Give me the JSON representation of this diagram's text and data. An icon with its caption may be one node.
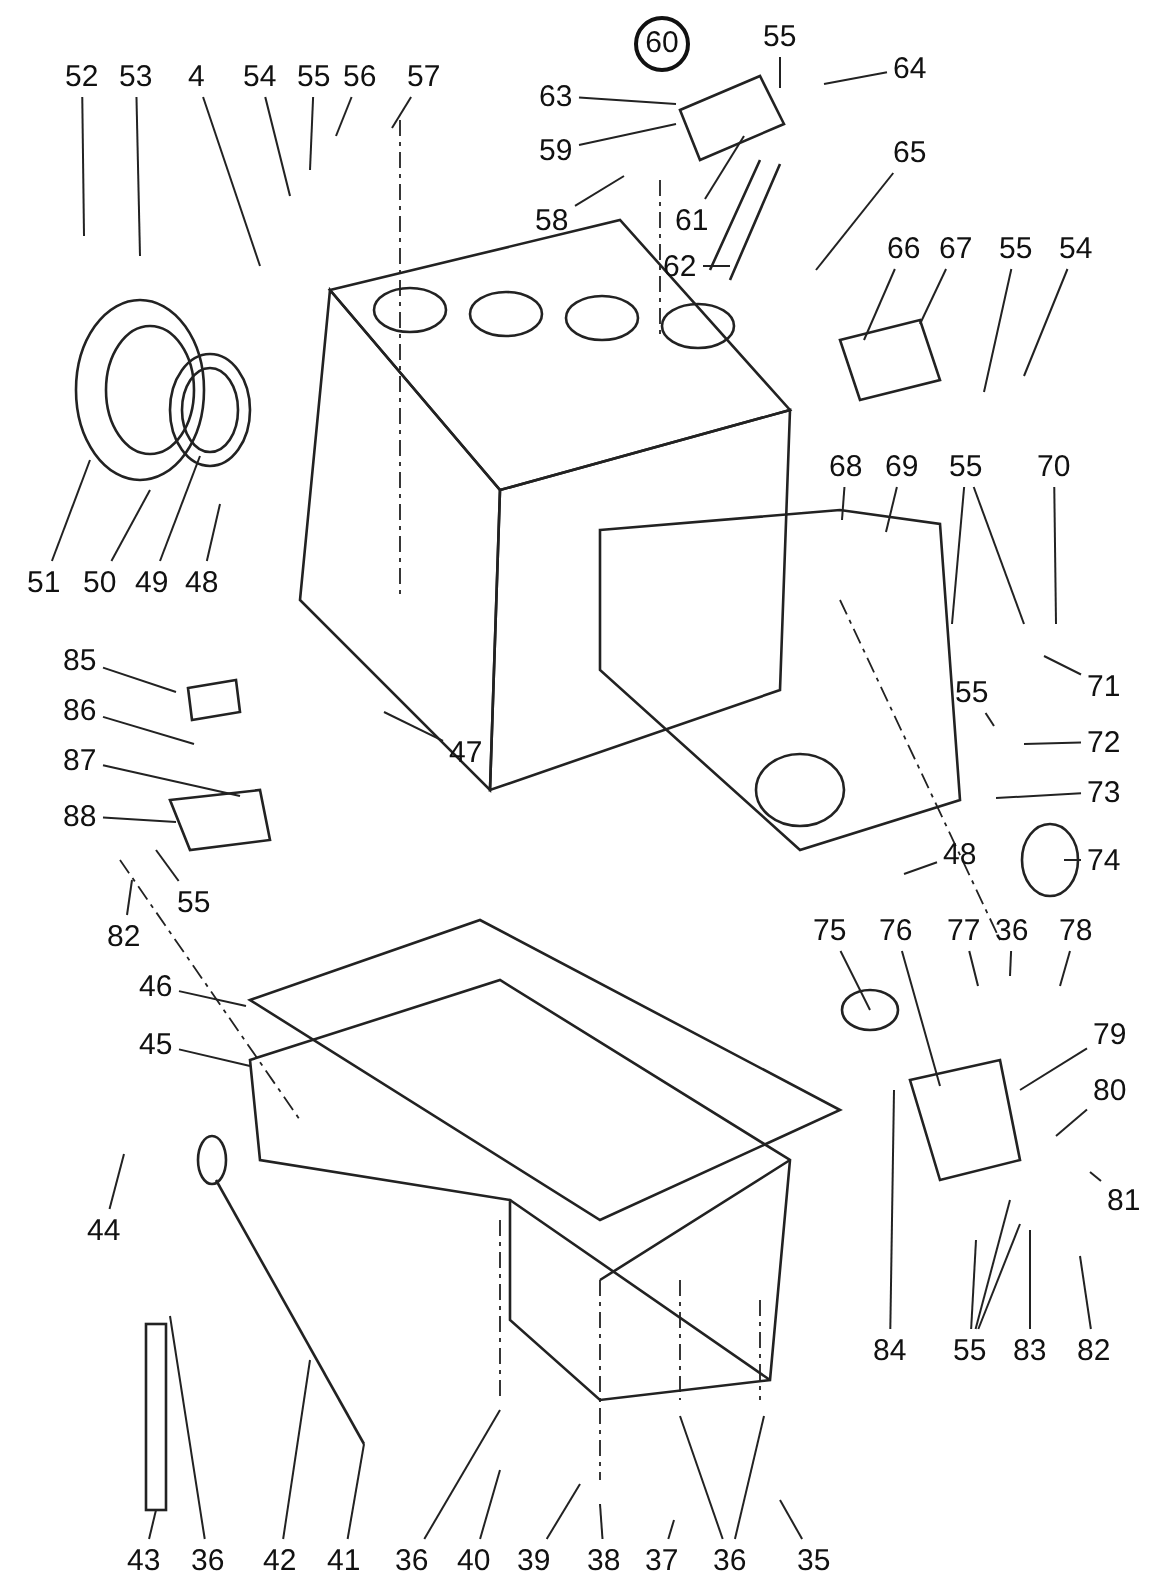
{
  "diagram": {
    "nodes": [
      {
        "text": [
          "52"
        ]
      },
      {
        "text": [
          "53"
        ]
      },
      {
        "text": [
          "4"
        ]
      },
      {
        "text": [
          "54"
        ]
      },
      {
        "text": [
          "55"
        ]
      },
      {
        "text": [
          "56"
        ]
      },
      {
        "text": [
          "57"
        ]
      },
      {
        "text": [
          "60"
        ]
      },
      {
        "text": [
          "63"
        ]
      },
      {
        "text": [
          "55"
        ]
      },
      {
        "text": [
          "64"
        ]
      },
      {
        "text": [
          "59"
        ]
      },
      {
        "text": [
          "61"
        ]
      },
      {
        "text": [
          "58"
        ]
      },
      {
        "text": [
          "65"
        ]
      },
      {
        "text": [
          "62"
        ]
      },
      {
        "text": [
          "66"
        ]
      },
      {
        "text": [
          "67"
        ]
      },
      {
        "text": [
          "55"
        ]
      },
      {
        "text": [
          "54"
        ]
      },
      {
        "text": [
          "51"
        ]
      },
      {
        "text": [
          "50"
        ]
      },
      {
        "text": [
          "49"
        ]
      },
      {
        "text": [
          "48"
        ]
      },
      {
        "text": [
          "68"
        ]
      },
      {
        "text": [
          "69"
        ]
      },
      {
        "text": [
          "55"
        ]
      },
      {
        "text": [
          "70"
        ]
      },
      {
        "text": [
          "71"
        ]
      },
      {
        "text": [
          "55"
        ]
      },
      {
        "text": [
          "72"
        ]
      },
      {
        "text": [
          "73"
        ]
      },
      {
        "text": [
          "74"
        ]
      },
      {
        "text": [
          "48"
        ]
      },
      {
        "text": [
          "47"
        ]
      },
      {
        "text": [
          "85"
        ]
      },
      {
        "text": [
          "86"
        ]
      },
      {
        "text": [
          "87"
        ]
      },
      {
        "text": [
          "88"
        ]
      },
      {
        "text": [
          "82"
        ]
      },
      {
        "text": [
          "55"
        ]
      },
      {
        "text": [
          "46"
        ]
      },
      {
        "text": [
          "45"
        ]
      },
      {
        "text": [
          "44"
        ]
      },
      {
        "text": [
          "75"
        ]
      },
      {
        "text": [
          "76"
        ]
      },
      {
        "text": [
          "77"
        ]
      },
      {
        "text": [
          "36"
        ]
      },
      {
        "text": [
          "78"
        ]
      },
      {
        "text": [
          "79"
        ]
      },
      {
        "text": [
          "80"
        ]
      },
      {
        "text": [
          "81"
        ]
      },
      {
        "text": [
          "84"
        ]
      },
      {
        "text": [
          "55"
        ]
      },
      {
        "text": [
          "83"
        ]
      },
      {
        "text": [
          "82"
        ]
      },
      {
        "text": [
          "43"
        ]
      },
      {
        "text": [
          "36"
        ]
      },
      {
        "text": [
          "42"
        ]
      },
      {
        "text": [
          "41"
        ]
      },
      {
        "text": [
          "36"
        ]
      },
      {
        "text": [
          "40"
        ]
      },
      {
        "text": [
          "39"
        ]
      },
      {
        "text": [
          "38"
        ]
      },
      {
        "text": [
          "37"
        ]
      },
      {
        "text": [
          "36"
        ]
      },
      {
        "text": [
          "35"
        ]
      }
    ],
    "edges": [
      {
        "from": 0,
        "to": null,
        "arrow": "none"
      },
      {
        "from": 1,
        "to": null,
        "arrow": "none"
      },
      {
        "from": 2,
        "to": null,
        "arrow": "none"
      },
      {
        "from": 3,
        "to": null,
        "arrow": "none"
      },
      {
        "from": 4,
        "to": null,
        "arrow": "none"
      },
      {
        "from": 5,
        "to": null,
        "arrow": "none"
      },
      {
        "from": 6,
        "to": null,
        "arrow": "none"
      },
      {
        "from": 8,
        "to": null,
        "arrow": "none"
      },
      {
        "from": 9,
        "to": null,
        "arrow": "none"
      },
      {
        "from": 10,
        "to": null,
        "arrow": "none"
      },
      {
        "from": 11,
        "to": null,
        "arrow": "none"
      },
      {
        "from": 12,
        "to": null,
        "arrow": "none"
      },
      {
        "from": 13,
        "to": null,
        "arrow": "none"
      },
      {
        "from": 14,
        "to": null,
        "arrow": "none"
      },
      {
        "from": 15,
        "to": null,
        "arrow": "none"
      },
      {
        "from": 16,
        "to": null,
        "arrow": "none"
      },
      {
        "from": 17,
        "to": null,
        "arrow": "none"
      },
      {
        "from": 18,
        "to": null,
        "arrow": "none"
      },
      {
        "from": 19,
        "to": null,
        "arrow": "none"
      },
      {
        "from": 20,
        "to": null,
        "arrow": "none"
      },
      {
        "from": 21,
        "to": null,
        "arrow": "none"
      },
      {
        "from": 22,
        "to": null,
        "arrow": "none"
      },
      {
        "from": 23,
        "to": null,
        "arrow": "none"
      },
      {
        "from": 24,
        "to": null,
        "arrow": "none"
      },
      {
        "from": 25,
        "to": null,
        "arrow": "none"
      },
      {
        "from": 26,
        "to": null,
        "arrow": "none"
      },
      {
        "from": 26,
        "to": null,
        "arrow": "none"
      },
      {
        "from": 27,
        "to": null,
        "arrow": "none"
      },
      {
        "from": 28,
        "to": null,
        "arrow": "none"
      },
      {
        "from": 29,
        "to": null,
        "arrow": "none"
      },
      {
        "from": 30,
        "to": null,
        "arrow": "none"
      },
      {
        "from": 31,
        "to": null,
        "arrow": "none"
      },
      {
        "from": 32,
        "to": null,
        "arrow": "none"
      },
      {
        "from": 33,
        "to": null,
        "arrow": "none"
      },
      {
        "from": 34,
        "to": null,
        "arrow": "none"
      },
      {
        "from": 35,
        "to": null,
        "arrow": "none"
      },
      {
        "from": 36,
        "to": null,
        "arrow": "none"
      },
      {
        "from": 37,
        "to": null,
        "arrow": "none"
      },
      {
        "from": 38,
        "to": null,
        "arrow": "none"
      },
      {
        "from": 39,
        "to": null,
        "arrow": "none"
      },
      {
        "from": 40,
        "to": null,
        "arrow": "none"
      },
      {
        "from": 41,
        "to": null,
        "arrow": "none"
      },
      {
        "from": 42,
        "to": null,
        "arrow": "none"
      },
      {
        "from": 43,
        "to": null,
        "arrow": "none"
      },
      {
        "from": 44,
        "to": null,
        "arrow": "none"
      },
      {
        "from": 45,
        "to": null,
        "arrow": "none"
      },
      {
        "from": 46,
        "to": null,
        "arrow": "none"
      },
      {
        "from": 47,
        "to": null,
        "arrow": "none"
      },
      {
        "from": 48,
        "to": null,
        "arrow": "none"
      },
      {
        "from": 49,
        "to": null,
        "arrow": "none"
      },
      {
        "from": 50,
        "to": null,
        "arrow": "none"
      },
      {
        "from": 51,
        "to": null,
        "arrow": "none"
      },
      {
        "from": 52,
        "to": null,
        "arrow": "none"
      },
      {
        "from": 53,
        "to": null,
        "arrow": "none"
      },
      {
        "from": 53,
        "to": null,
        "arrow": "none"
      },
      {
        "from": 53,
        "to": null,
        "arrow": "none"
      },
      {
        "from": 54,
        "to": null,
        "arrow": "none"
      },
      {
        "from": 55,
        "to": null,
        "arrow": "none"
      },
      {
        "from": 56,
        "to": null,
        "arrow": "none"
      },
      {
        "from": 57,
        "to": null,
        "arrow": "none"
      },
      {
        "from": 58,
        "to": null,
        "arrow": "none"
      },
      {
        "from": 59,
        "to": null,
        "arrow": "none"
      },
      {
        "from": 60,
        "to": null,
        "arrow": "none"
      },
      {
        "from": 61,
        "to": null,
        "arrow": "none"
      },
      {
        "from": 62,
        "to": null,
        "arrow": "none"
      },
      {
        "from": 63,
        "to": null,
        "arrow": "none"
      },
      {
        "from": 64,
        "to": null,
        "arrow": "none"
      },
      {
        "from": 65,
        "to": null,
        "arrow": "none"
      },
      {
        "from": 65,
        "to": null,
        "arrow": "none"
      },
      {
        "from": 66,
        "to": null,
        "arrow": "none"
      }
    ]
  }
}
